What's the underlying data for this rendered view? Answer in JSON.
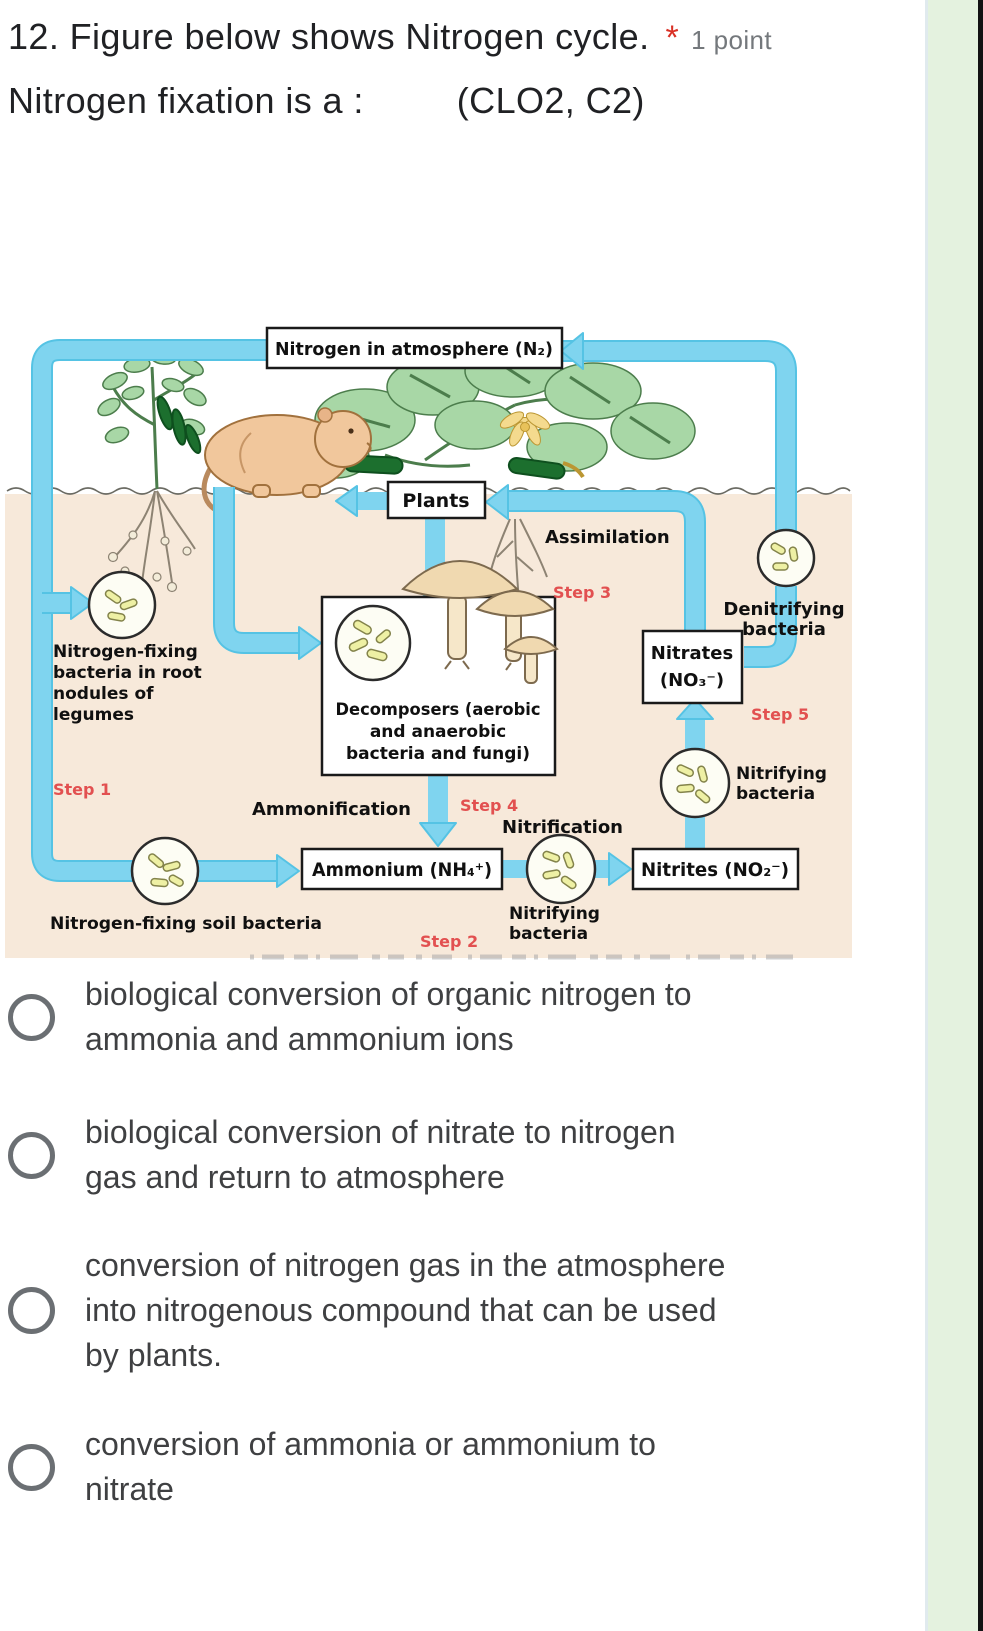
{
  "question": {
    "number_title": "12. Figure below shows Nitrogen cycle.",
    "required_asterisk": "*",
    "points": "1 point",
    "subtitle_left": "Nitrogen fixation is a :",
    "subtitle_right": "(CLO2, C2)"
  },
  "diagram": {
    "boxes": {
      "atmosphere": "Nitrogen in atmosphere (N₂)",
      "plants": "Plants",
      "decomposers_lines": [
        "Decomposers (aerobic",
        "and anaerobic",
        "bacteria and fungi)"
      ],
      "nitrates_lines": [
        "Nitrates",
        "(NO₃⁻)"
      ],
      "ammonium": "Ammonium (NH₄⁺)",
      "nitrites": "Nitrites (NO₂⁻)"
    },
    "labels": {
      "assimilation": "Assimilation",
      "ammonification": "Ammonification",
      "nitrification": "Nitrification",
      "root_nodule_lines": [
        "Nitrogen-fixing",
        "bacteria in root",
        "nodules of",
        "legumes"
      ],
      "soil_bacteria": "Nitrogen-fixing soil bacteria",
      "nitrifying_left_lines": [
        "Nitrifying",
        "bacteria"
      ],
      "nitrifying_right_lines": [
        "Nitrifying",
        "bacteria"
      ],
      "denitrifying_lines": [
        "Denitrifying",
        "bacteria"
      ]
    },
    "steps": {
      "step1": "Step 1",
      "step2": "Step 2",
      "step3": "Step 3",
      "step4": "Step 4",
      "step5": "Step 5"
    },
    "colors": {
      "pipe": "#7fd4ef",
      "pipe_edge": "#55c3e4",
      "soil": "#f7e9da",
      "leaf": "#a8d7a6",
      "pod": "#1c6f2e",
      "animal": "#f1c79c",
      "mushroom": "#f0d9b0",
      "bacteria_fill": "#eef0a4",
      "step_red": "#e25050",
      "box_border": "#1a1a1a"
    }
  },
  "page_colors": {
    "stripe_green": "#e4f2df",
    "stripe_edge": "#e0eaee",
    "edge_bar": "#111213",
    "asterisk_red": "#d93025",
    "points_gray": "#74787c",
    "option_text": "#3f4042",
    "radio_ring": "#6b6f73"
  },
  "options": [
    {
      "lines": [
        "biological conversion of organic nitrogen to",
        "ammonia and ammonium ions"
      ]
    },
    {
      "lines": [
        "biological conversion of nitrate to nitrogen",
        "gas and return to atmosphere"
      ]
    },
    {
      "lines": [
        "conversion of nitrogen gas in the atmosphere",
        "into nitrogenous compound that can be used",
        "by plants."
      ]
    },
    {
      "lines": [
        "conversion of ammonia or ammonium to",
        "nitrate"
      ]
    }
  ]
}
